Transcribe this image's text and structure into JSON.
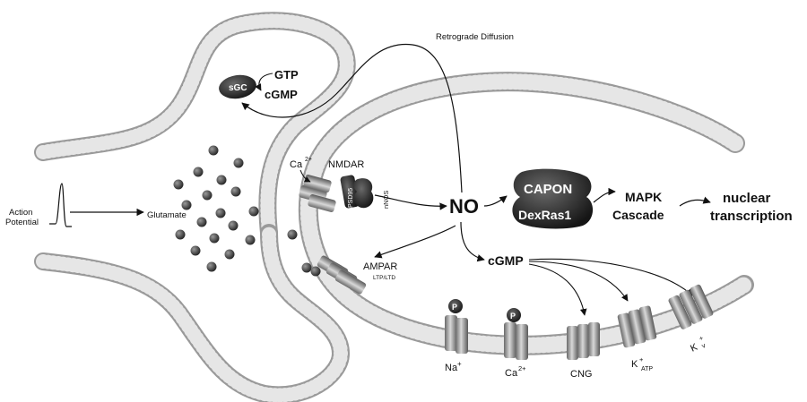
{
  "labels": {
    "retrograde": "Retrograde Diffusion",
    "action_potential_1": "Action",
    "action_potential_2": "Potential",
    "glutamate": "Glutamate",
    "sgc": "sGC",
    "gtp": "GTP",
    "cgmp_pre": "cGMP",
    "ca_nmdar": "Ca",
    "ca_nmdar_sup": "2+",
    "nmdar": "NMDAR",
    "psd95": "PSD95",
    "nnos": "nNOS",
    "no": "NO",
    "capon": "CAPON",
    "dexras": "DexRas1",
    "mapk_1": "MAPK",
    "mapk_2": "Cascade",
    "nuclear_1": "nuclear",
    "nuclear_2": "transcription",
    "ampar": "AMPAR",
    "ltp": "LTP/LTD",
    "cgmp_post": "cGMP",
    "p": "P",
    "na": "Na",
    "na_sup": "+",
    "ca_ch": "Ca",
    "ca_ch_sup": "2+",
    "cng": "CNG",
    "k_atp": "K",
    "k_atp_sup": "+",
    "k_atp_sub": "ATP",
    "kv": "K",
    "kv_sup": "+",
    "kv_sub": "v"
  },
  "colors": {
    "membrane": "#d4d4d4",
    "membrane_edge": "#9a9a9a",
    "dark_blob": "#2e2e2e",
    "channel": "#8c8c8c",
    "glutamate_dot": "#4a4a4a"
  }
}
